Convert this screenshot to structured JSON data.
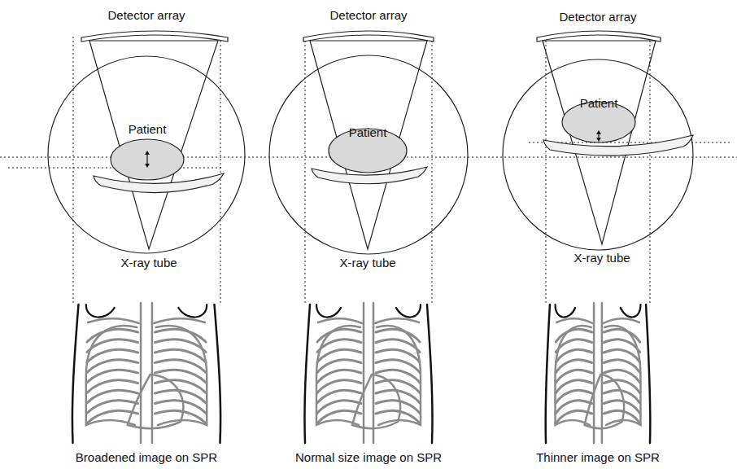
{
  "diagram": {
    "nodes": [
      {
        "text": [
          "Patient"
        ]
      },
      {
        "text": [
          "Patient"
        ]
      },
      {
        "text": [
          "Patient"
        ]
      }
    ],
    "labels": [
      "Detector array",
      "Detector array",
      "Detector array",
      "X-ray tube",
      "X-ray tube",
      "X-ray tube",
      "Broadened image on SPR",
      "Normal size image on SPR",
      "Thinner image on SPR"
    ]
  }
}
